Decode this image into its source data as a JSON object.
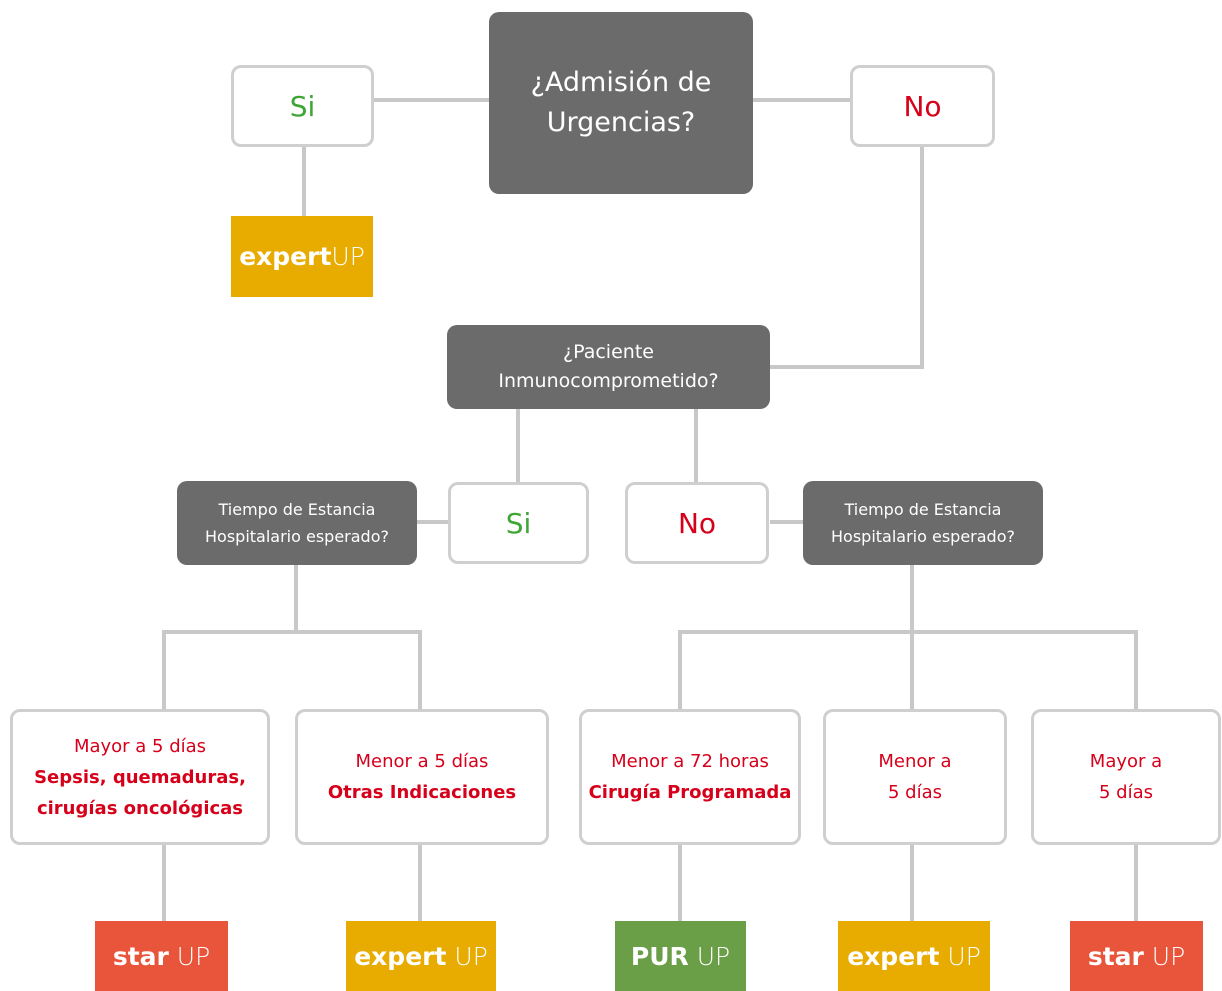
{
  "colors": {
    "gold": "#e8ab00",
    "orange_red": "#e8553a",
    "green_brand": "#6a9e47",
    "dark_box": "#6b6b6b",
    "yes_green": "#3fa535",
    "no_red": "#d7001b"
  },
  "q1": {
    "line1": "¿Admisión de",
    "line2": "Urgencias?"
  },
  "q1_yes": "Si",
  "q1_no": "No",
  "r1": {
    "bold": "expert",
    "light": "UP"
  },
  "q2": {
    "line1": "¿Paciente",
    "line2": "Inmunocomprometido?"
  },
  "q2_yes": "Si",
  "q2_no": "No",
  "q3_left": {
    "line1": "Tiempo de Estancia",
    "line2": "Hospitalario esperado?"
  },
  "q3_right": {
    "line1": "Tiempo de Estancia",
    "line2": "Hospitalario esperado?"
  },
  "options": [
    {
      "line1": "Mayor a 5 días",
      "line2": "Sepsis, quemaduras,",
      "line3": "cirugías oncológicas"
    },
    {
      "line1": "Menor a 5 días",
      "line2": "Otras Indicaciones"
    },
    {
      "line1": "Menor a 72 horas",
      "line2": "Cirugía Programada"
    },
    {
      "line1": "Menor a",
      "line2": "5 días"
    },
    {
      "line1": "Mayor a",
      "line2": "5 días"
    }
  ],
  "results": [
    {
      "bold": "star",
      "light": "UP"
    },
    {
      "bold": "expert",
      "light": "UP"
    },
    {
      "bold": "PUR",
      "light": "UP"
    },
    {
      "bold": "expert",
      "light": "UP"
    },
    {
      "bold": "star",
      "light": "UP"
    }
  ]
}
